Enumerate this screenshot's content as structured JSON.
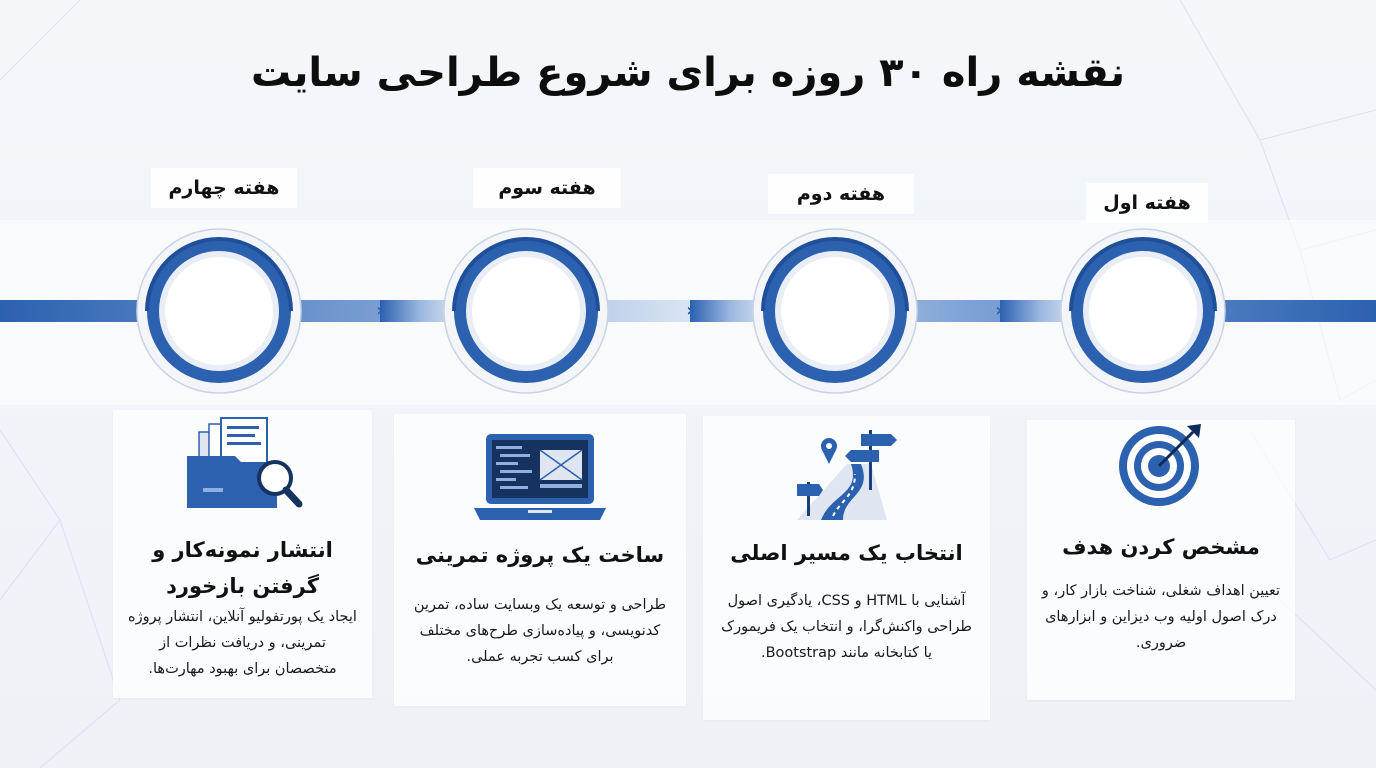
{
  "title": "نقشه راه ۳۰ روزه برای شروع طراحی سایت",
  "colors": {
    "primary": "#2c61b0",
    "ring_dark": "#1f4f99",
    "ring_light": "#e9eef6"
  },
  "steps": [
    {
      "week": "هفته اول",
      "title": "مشخص کردن هدف",
      "description": "تعیین اهداف شغلی، شناخت بازار کار، و درک اصول اولیه وب دیزاین و ابزارهای ضروری.",
      "icon": "target-icon"
    },
    {
      "week": "هفته دوم",
      "title": "انتخاب یک مسیر اصلی",
      "description": "آشنایی با HTML و CSS، یادگیری اصول طراحی واکنش‌گرا، و انتخاب یک فریمورک یا کتابخانه مانند Bootstrap.",
      "icon": "road-signpost-icon"
    },
    {
      "week": "هفته سوم",
      "title": "ساخت یک پروژه تمرینی",
      "description": "طراحی و توسعه یک وبسایت ساده، تمرین کدنویسی، و پیاده‌سازی طرح‌های مختلف برای کسب تجربه عملی.",
      "icon": "laptop-code-icon"
    },
    {
      "week": "هفته چهارم",
      "title": "انتشار نمونه‌کار و گرفتن بازخورد",
      "description": "ایجاد یک پورتفولیو آنلاین، انتشار پروژه تمرینی، و دریافت نظرات از متخصصان برای بهبود مهارت‌ها.",
      "icon": "portfolio-search-icon"
    }
  ]
}
